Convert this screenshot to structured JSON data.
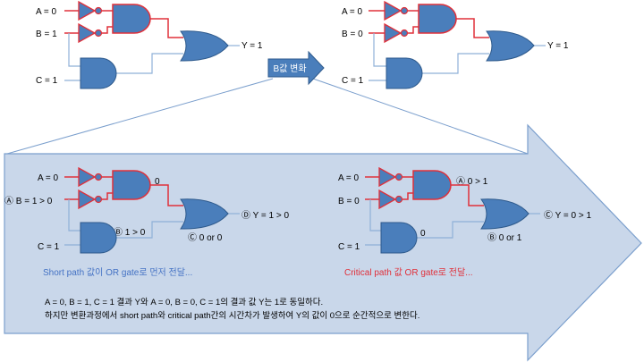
{
  "top_left": {
    "a": "A = 0",
    "b": "B = 1",
    "c": "C = 1",
    "y": "Y = 1"
  },
  "top_right": {
    "a": "A = 0",
    "b": "B = 0",
    "c": "C = 1",
    "y": "Y = 1"
  },
  "change_arrow_label": "B값 변화",
  "zoom": {
    "left": {
      "a": "A = 0",
      "b": "Ⓐ B = 1 > 0",
      "c": "C = 1",
      "and1_out": "0",
      "and2_out": "Ⓑ 1 > 0",
      "or_in": "Ⓒ 0 or 0",
      "y": "Ⓓ Y = 1 > 0",
      "caption": "Short path 값이 OR gate로 먼저 전달..."
    },
    "right": {
      "a": "A = 0",
      "b": "B = 0",
      "c": "C = 1",
      "and1_out": "Ⓐ 0 > 1",
      "and2_out": "0",
      "or_in": "Ⓑ 0 or 1",
      "y": "Ⓒ Y = 0 > 1",
      "caption": "Critical path 값 OR gate로 전달..."
    },
    "note_line1": "A = 0, B = 1, C = 1 결과 Y와 A = 0, B = 0, C = 1의 결과 값 Y는 1로 동일하다.",
    "note_line2": "하지만 변환과정에서 short path와 critical path간의 시간차가 발생하여 Y의 값이 0으로 순간적으로 변한다."
  },
  "colors": {
    "gate_fill": "#4a7ebb",
    "gate_stroke": "#2e5a8c",
    "critical": "#e0303a",
    "normal_wire": "#8fb0d8",
    "zoom_fill": "#c9d7ea",
    "zoom_stroke": "#7b9fcd",
    "short_caption": "#4472c4",
    "critical_caption": "#e0303a",
    "arrow_fill": "#4a7ebb"
  }
}
